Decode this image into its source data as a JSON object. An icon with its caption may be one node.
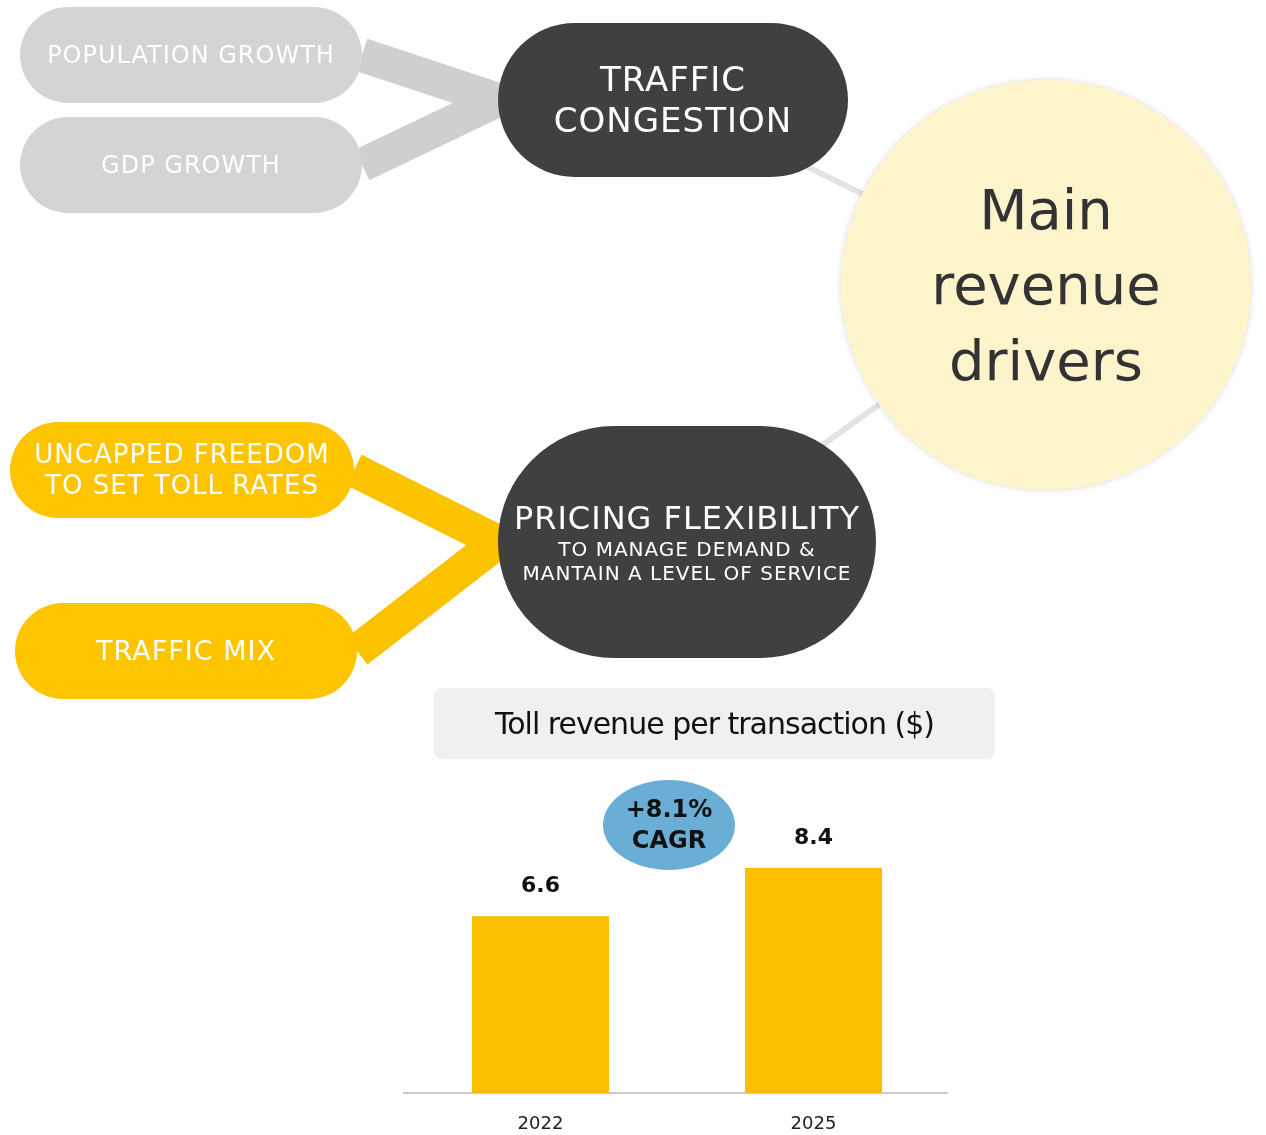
{
  "diagram": {
    "nodes": [
      {
        "text": [
          "POPULATION GROWTH"
        ]
      },
      {
        "text": [
          "GDP GROWTH"
        ]
      },
      {
        "text": [
          "TRAFFIC CONGESTION"
        ]
      },
      {
        "text": [
          "Main revenue drivers"
        ]
      },
      {
        "text": [
          "UNCAPPED FREEDOM TO SET TOLL RATES"
        ]
      },
      {
        "text": [
          "TRAFFIC MIX"
        ]
      },
      {
        "text": [
          "PRICING FLEXIBILITY",
          "TO MANAGE DEMAND & MANTAIN A LEVEL OF SERVICE"
        ]
      }
    ],
    "edges": [
      {
        "from": 0,
        "to": 2,
        "arrow": "to",
        "color": "#cfcfcf"
      },
      {
        "from": 1,
        "to": 2,
        "arrow": "to",
        "color": "#cfcfcf"
      },
      {
        "from": 2,
        "to": 3,
        "arrow": "none",
        "color": "#e3e3e3"
      },
      {
        "from": 6,
        "to": 3,
        "arrow": "none",
        "color": "#e3e3e3"
      },
      {
        "from": 4,
        "to": 6,
        "arrow": "to",
        "color": "#fbc200"
      },
      {
        "from": 5,
        "to": 6,
        "arrow": "to",
        "color": "#fbc200"
      }
    ],
    "chart_data": {
      "type": "bar",
      "title": "Toll revenue per transaction ($)",
      "categories": [
        "2022",
        "2025"
      ],
      "values": [
        6.6,
        8.4
      ],
      "data_labels": true,
      "annotations": [
        "+8.1% CAGR"
      ]
    }
  }
}
